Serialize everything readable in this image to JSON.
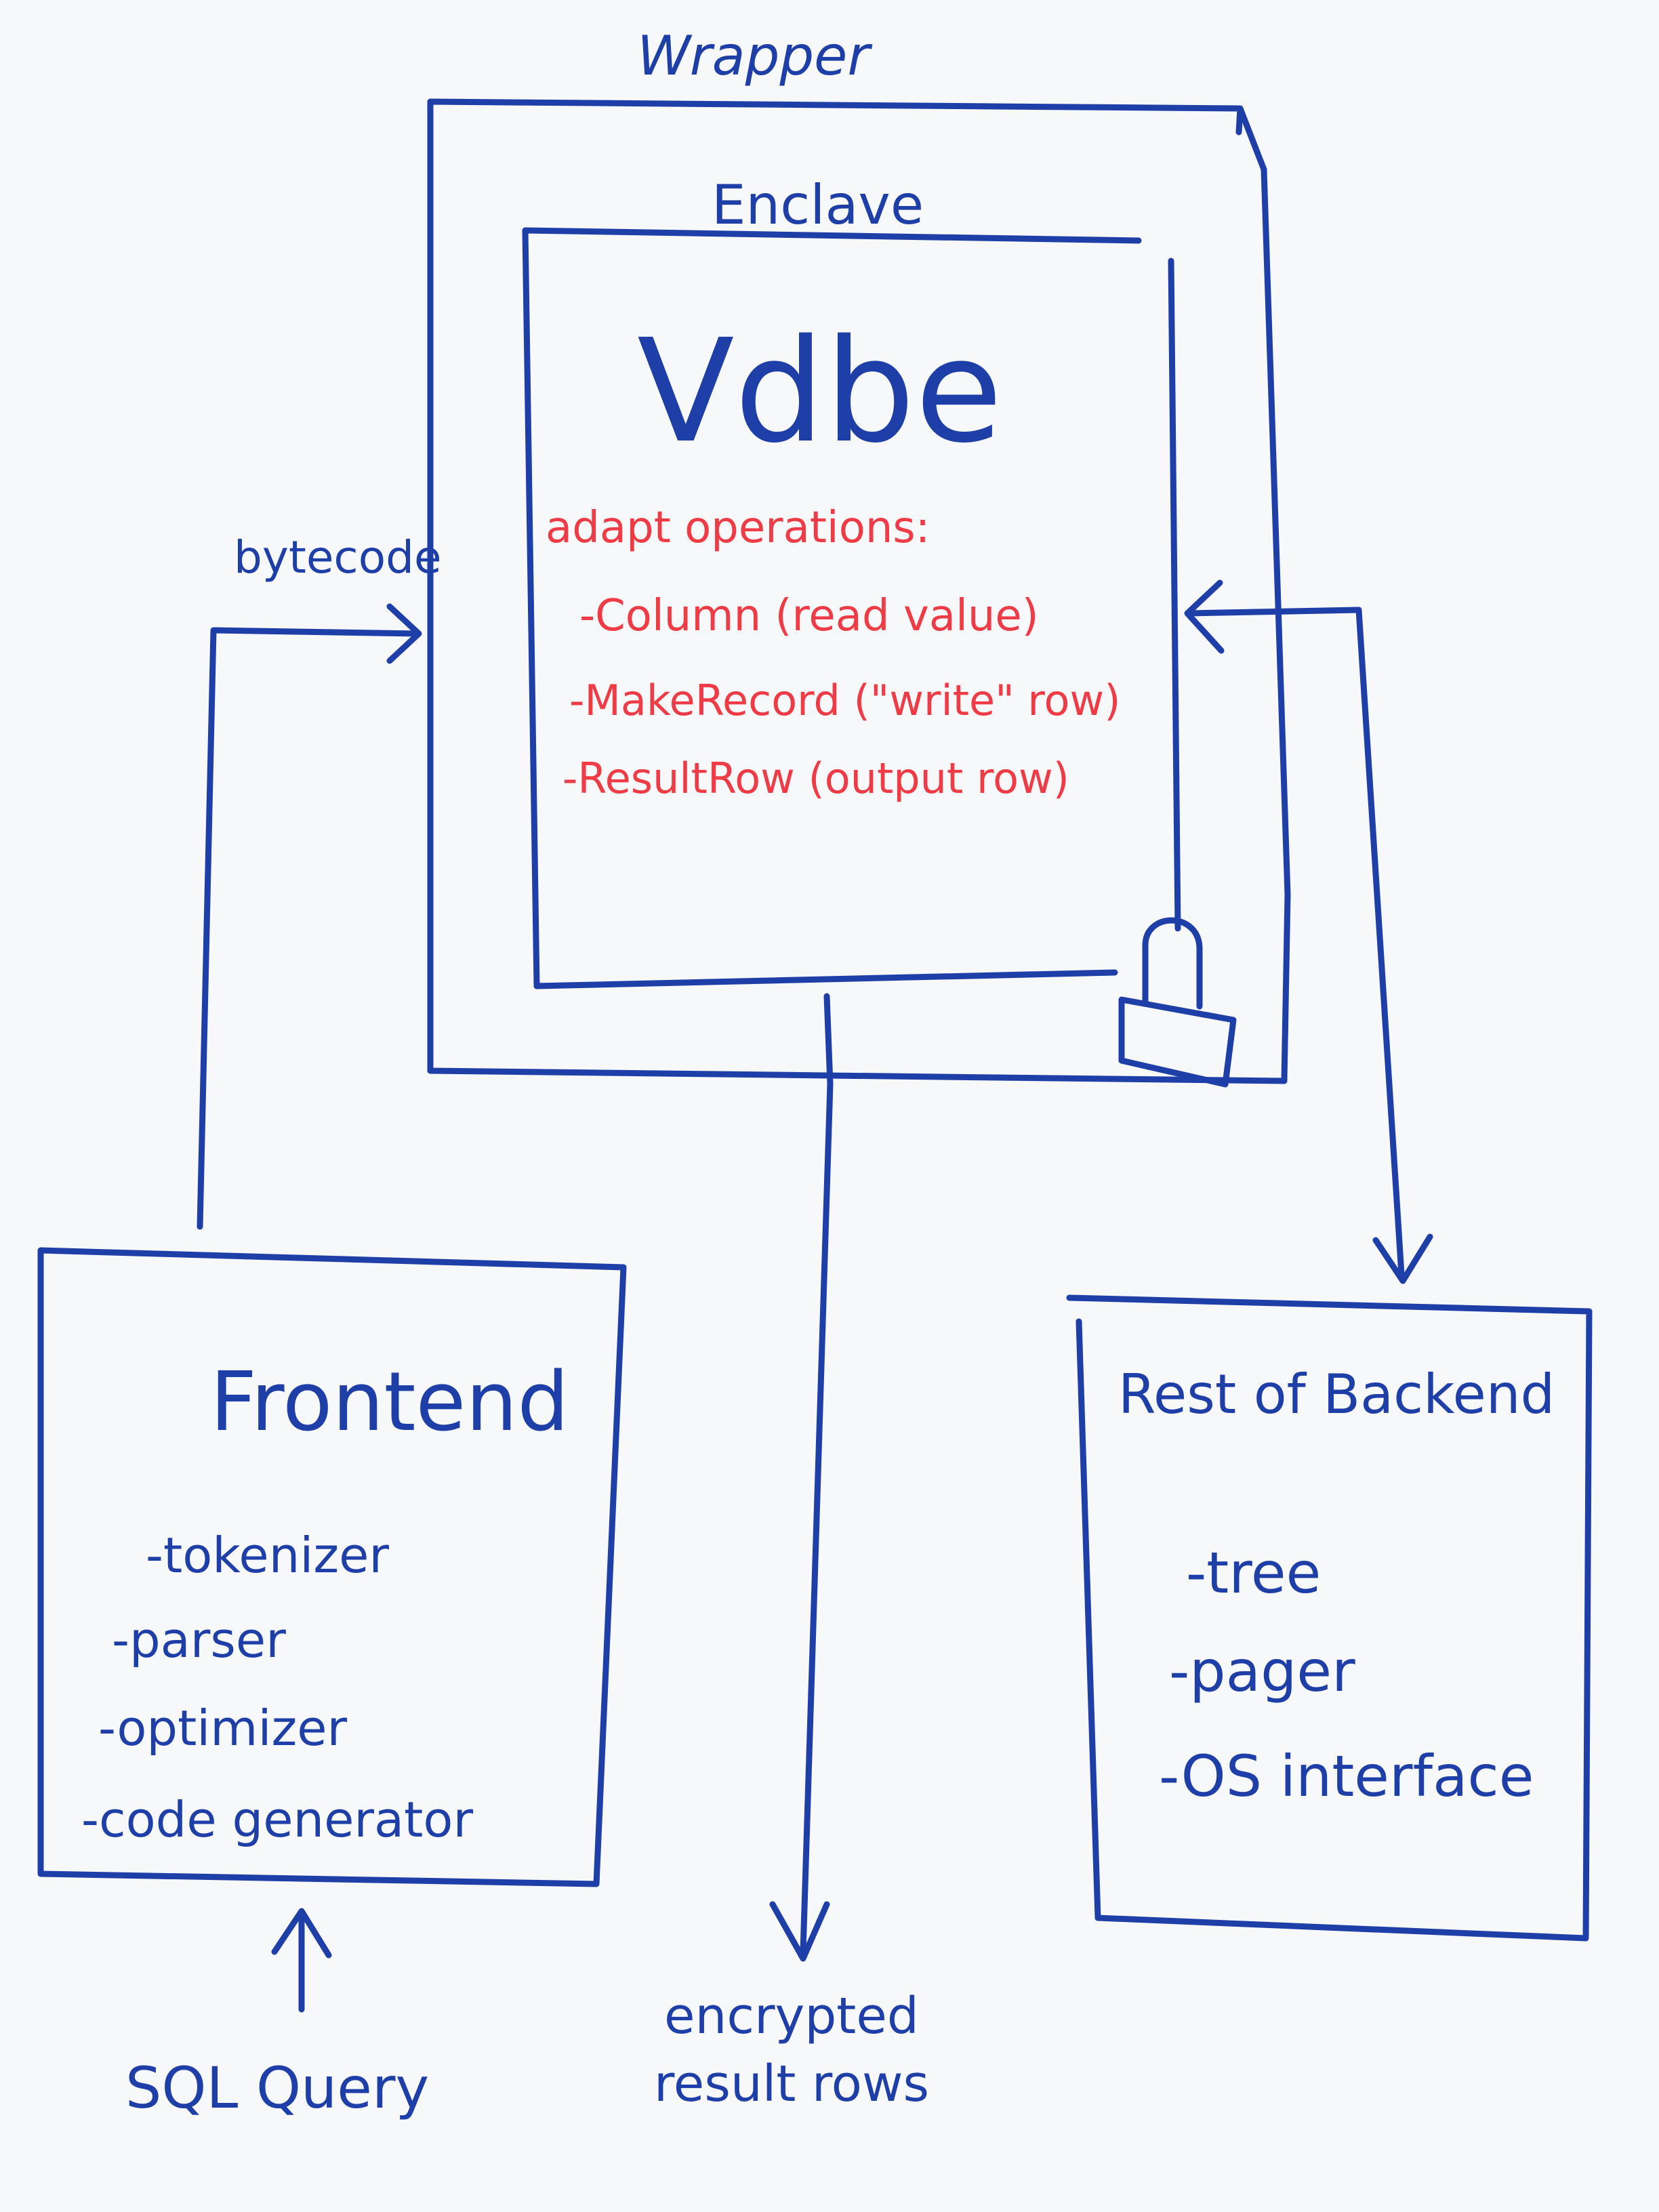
{
  "colors": {
    "ink_blue": "#1f3fa8",
    "ink_red": "#ef3b45",
    "board": "#f7f8f9"
  },
  "wrapper": {
    "label": "Wrapper"
  },
  "enclave": {
    "label": "Enclave",
    "title": "Vdbe",
    "operations": {
      "heading": "adapt operations:",
      "items": [
        "-Column (read value)",
        "-MakeRecord (\"write\" row)",
        "-ResultRow (output row)"
      ]
    },
    "icon": "padlock-icon"
  },
  "frontend": {
    "title": "Frontend",
    "items": [
      "-tokenizer",
      "-parser",
      "-optimizer",
      "-code generator"
    ]
  },
  "backend": {
    "title": "Rest of Backend",
    "items": [
      "-tree",
      "-pager",
      "-OS interface"
    ]
  },
  "labels": {
    "bytecode": "bytecode",
    "sql_query": "SQL Query",
    "encrypted_line1": "encrypted",
    "encrypted_line2": "result rows"
  }
}
